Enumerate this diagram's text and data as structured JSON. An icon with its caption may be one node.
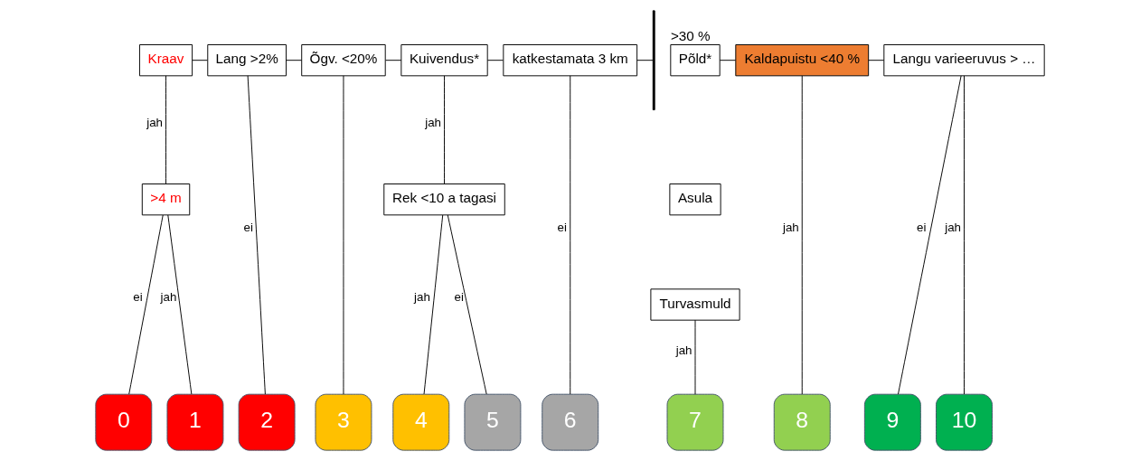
{
  "diagram": {
    "nodes": [
      {
        "text": [
          "Kraav"
        ]
      },
      {
        "text": [
          "Lang >2%"
        ]
      },
      {
        "text": [
          "Õgv. <20%"
        ]
      },
      {
        "text": [
          "Kuivendus*"
        ]
      },
      {
        "text": [
          "katkestamata 3 km"
        ]
      },
      {
        "text": [],
        "shape": "bar"
      },
      {
        "text": [
          "Põld*"
        ],
        "beside": [
          ">30 %"
        ]
      },
      {
        "text": [
          "Asula"
        ]
      },
      {
        "text": [
          "Turvasmuld"
        ]
      },
      {
        "text": [
          "Kaldapuistu <40 %"
        ]
      },
      {
        "text": [
          "Langu varieeruvus > …"
        ]
      },
      {
        "text": [
          ">4 m"
        ]
      },
      {
        "text": [
          "Rek <10 a tagasi"
        ]
      },
      {
        "text": [
          "0"
        ]
      },
      {
        "text": [
          "1"
        ]
      },
      {
        "text": [
          "2"
        ]
      },
      {
        "text": [
          "3"
        ]
      },
      {
        "text": [
          "4"
        ]
      },
      {
        "text": [
          "5"
        ]
      },
      {
        "text": [
          "6"
        ]
      },
      {
        "text": [
          "7"
        ]
      },
      {
        "text": [
          "8"
        ]
      },
      {
        "text": [
          "9"
        ]
      },
      {
        "text": [
          "10"
        ]
      }
    ],
    "edges": [
      {
        "from": 0,
        "to": 1,
        "arrow": "none"
      },
      {
        "from": 1,
        "to": 2,
        "arrow": "none"
      },
      {
        "from": 2,
        "to": 3,
        "arrow": "none"
      },
      {
        "from": 3,
        "to": 4,
        "arrow": "none"
      },
      {
        "from": 4,
        "to": 5,
        "arrow": "none"
      },
      {
        "from": 6,
        "to": 9,
        "arrow": "none"
      },
      {
        "from": 9,
        "to": 10,
        "arrow": "none"
      },
      {
        "from": 0,
        "to": 11,
        "arrow": "none",
        "label": "jah"
      },
      {
        "from": 11,
        "to": 13,
        "arrow": "none",
        "label": "ei"
      },
      {
        "from": 11,
        "to": 14,
        "arrow": "none",
        "label": "jah"
      },
      {
        "from": 1,
        "to": 15,
        "arrow": "none",
        "label": "ei"
      },
      {
        "from": 2,
        "to": 16,
        "arrow": "none"
      },
      {
        "from": 3,
        "to": 12,
        "arrow": "none",
        "label": "jah"
      },
      {
        "from": 12,
        "to": 17,
        "arrow": "none",
        "label": "jah"
      },
      {
        "from": 12,
        "to": 18,
        "arrow": "none",
        "label": "ei"
      },
      {
        "from": 4,
        "to": 19,
        "arrow": "none",
        "label": "ei"
      },
      {
        "from": 8,
        "to": 20,
        "arrow": "none",
        "label": "jah"
      },
      {
        "from": 9,
        "to": 21,
        "arrow": "none",
        "label": "jah"
      },
      {
        "from": 10,
        "to": 22,
        "arrow": "none",
        "label": "ei"
      },
      {
        "from": 10,
        "to": 23,
        "arrow": "none",
        "label": "jah"
      }
    ]
  }
}
